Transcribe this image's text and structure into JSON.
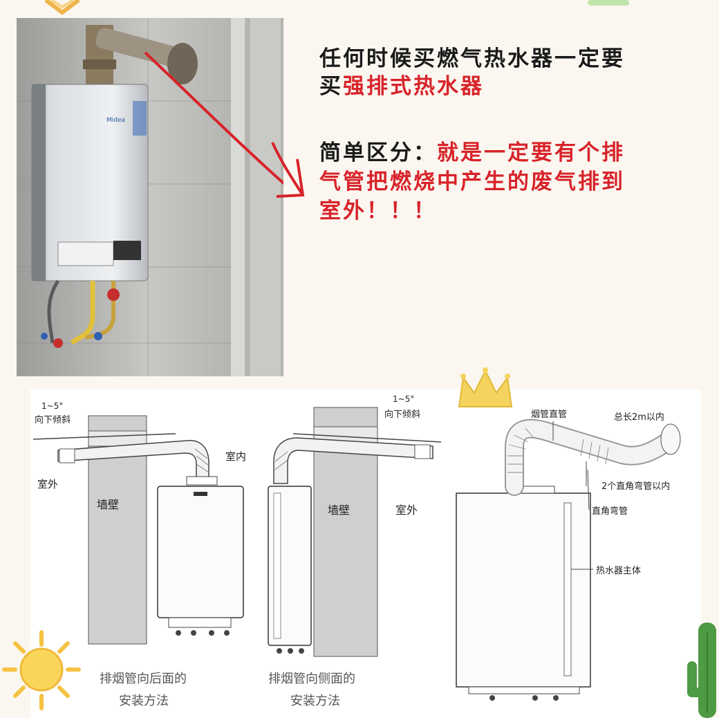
{
  "top_note": {
    "line1": "任何时候买燃气热水器一定要",
    "line2_prefix": "买",
    "line2_highlight": "强排式热水器",
    "line3_prefix": "简单区分：",
    "line3_highlight": "就是一定要有个排",
    "line4": "气管把燃烧中产生的废气排到",
    "line5": "室外！！！"
  },
  "photo": {
    "brand": "Midea"
  },
  "diagram_left": {
    "angle": "1~5°",
    "slope": "向下倾斜",
    "indoor": "室内",
    "outdoor": "室外",
    "wall": "墙壁",
    "caption1": "排烟管向后面的",
    "caption2": "安装方法"
  },
  "diagram_mid": {
    "angle": "1~5°",
    "slope": "向下倾斜",
    "wall": "墙壁",
    "outdoor": "室外",
    "caption1": "排烟管向侧面的",
    "caption2": "安装方法"
  },
  "diagram_right": {
    "straight_pipe": "烟管直管",
    "total_length": "总长2m以内",
    "elbow_limit": "2个直角弯管以内",
    "elbow": "直角弯管",
    "body": "热水器主体"
  },
  "colors": {
    "accent_red": "#d8232a",
    "sun": "#f5c242",
    "cactus": "#4f9a45",
    "crown": "#f4d35e"
  }
}
